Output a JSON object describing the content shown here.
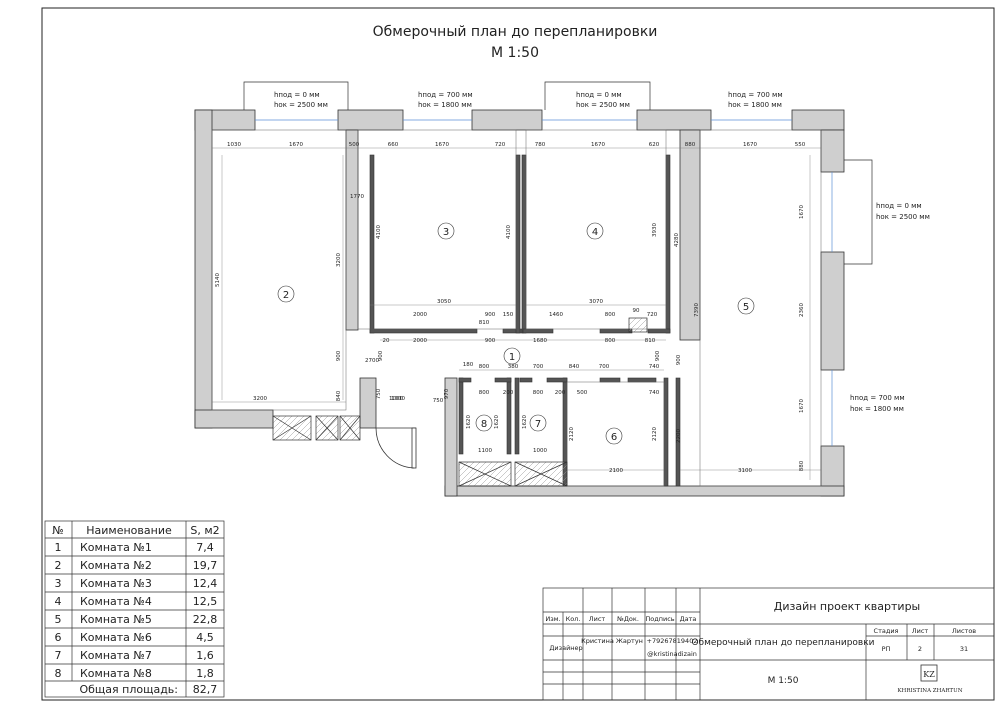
{
  "title": {
    "line1": "Обмерочный план до перепланировки",
    "line2": "М 1:50"
  },
  "windows": [
    {
      "hpod": "hпод = 0 мм",
      "hok": "hок = 2500 мм"
    },
    {
      "hpod": "hпод = 700 мм",
      "hok": "hок = 1800 мм"
    },
    {
      "hpod": "hпод = 0 мм",
      "hok": "hок = 2500 мм"
    },
    {
      "hpod": "hпод = 700 мм",
      "hok": "hок = 1800 мм"
    },
    {
      "hpod": "hпод = 0 мм",
      "hok": "hок = 2500 мм"
    },
    {
      "hpod": "hпод = 700 мм",
      "hok": "hок = 1800 мм"
    }
  ],
  "rooms": [
    "1",
    "2",
    "3",
    "4",
    "5",
    "6",
    "7",
    "8"
  ],
  "dims": {
    "top": [
      "1030",
      "1670",
      "500",
      "660",
      "1670",
      "720",
      "780",
      "1670",
      "620",
      "880",
      "1670",
      "550"
    ],
    "r2": [
      "5140",
      "3200",
      "1000",
      "1770",
      "900",
      "3200",
      "840"
    ],
    "r3": [
      "4100",
      "3050",
      "2000",
      "900",
      "150",
      "2000",
      "900",
      "810",
      "2700"
    ],
    "r4": [
      "4100",
      "3930",
      "3070",
      "1460",
      "800",
      "90",
      "720",
      "1680",
      "800",
      "810"
    ],
    "r5": [
      "4280",
      "7390",
      "1670",
      "2360",
      "1670",
      "880",
      "3100",
      "900",
      "2200"
    ],
    "corr": [
      "20",
      "180",
      "380",
      "700",
      "840",
      "700",
      "800",
      "800",
      "800",
      "200",
      "200",
      "500",
      "740",
      "740",
      "1000",
      "750",
      "750",
      "900",
      "970",
      "900"
    ],
    "small": [
      "1620",
      "1620",
      "1620",
      "1100",
      "1000",
      "2100",
      "2120",
      "2120"
    ]
  },
  "table": {
    "headers": [
      "№",
      "Наименование",
      "S, м2"
    ],
    "rows": [
      [
        "1",
        "Комната №1",
        "7,4"
      ],
      [
        "2",
        "Комната №2",
        "19,7"
      ],
      [
        "3",
        "Комната №3",
        "12,4"
      ],
      [
        "4",
        "Комната №4",
        "12,5"
      ],
      [
        "5",
        "Комната №5",
        "22,8"
      ],
      [
        "6",
        "Комната №6",
        "4,5"
      ],
      [
        "7",
        "Комната №7",
        "1,6"
      ],
      [
        "8",
        "Комната №8",
        "1,8"
      ]
    ],
    "total_label": "Общая площадь:",
    "total_value": "82,7"
  },
  "stamp": {
    "cols": [
      "Изм.",
      "Кол.",
      "Лист",
      "№Док.",
      "Подпись",
      "Дата"
    ],
    "role": "Дизайнер",
    "name": "Кристина Жартун",
    "phone": "+79267819402",
    "insta": "@kristinadizain",
    "project": "Дизайн проект квартиры",
    "sheet_title": "Обмерочный план до перепланировки",
    "scale": "М 1:50",
    "stage_h": "Стадия",
    "list_h": "Лист",
    "lists_h": "Листов",
    "stage": "РП",
    "list": "2",
    "lists": "31",
    "logo_mark": "KZ",
    "logo_text": "KHRISTINA ZHARTUN"
  }
}
